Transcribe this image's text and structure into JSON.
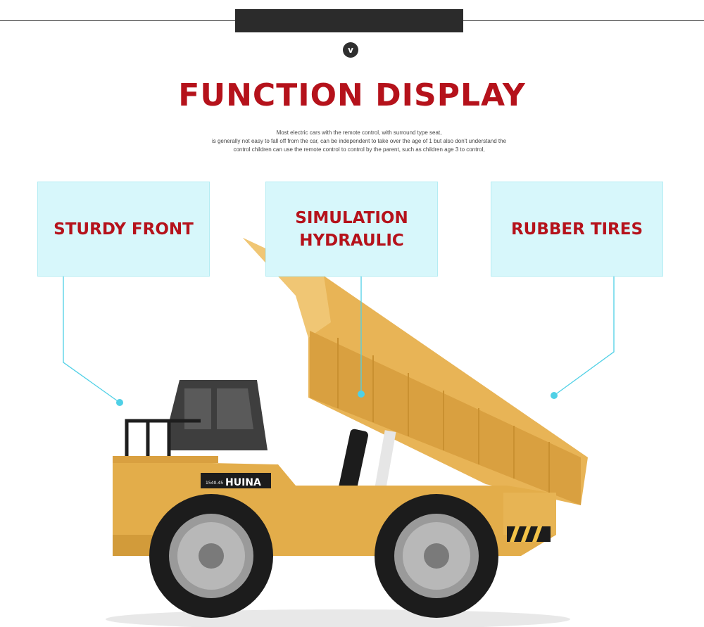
{
  "header": {
    "title": "FUNCTION DISPLAY",
    "chevron_glyph": "v",
    "description": [
      "Most electric cars with the remote control, with surround type seat,",
      "is generally not easy to fall off from the car, can be independent to take over the age of 1 but also don't understand the",
      "control children can use the remote control to control by the parent, such as children age 3 to control,"
    ]
  },
  "features": [
    {
      "label": "STURDY FRONT"
    },
    {
      "label": "SIMULATION\nHYDRAULIC"
    },
    {
      "label": "RUBBER TIRES"
    }
  ],
  "truck": {
    "brand_text": "HUINA",
    "model_text": "1540-45"
  },
  "colors": {
    "title_red": "#b5121b",
    "box_fill": "#d7f7fb",
    "callout_cyan": "#4fd0e6",
    "truck_body": "#e3ad4a",
    "bar_dark": "#2b2b2b"
  }
}
